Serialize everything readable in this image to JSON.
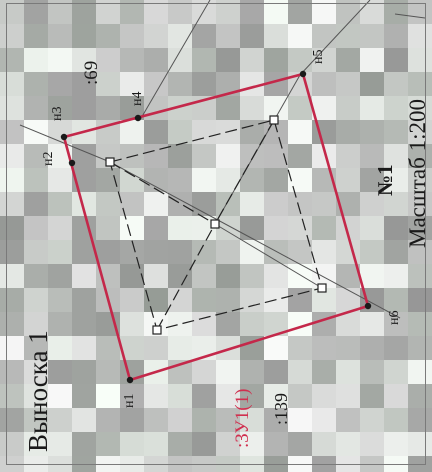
{
  "callout": {
    "title": "Выноска 1"
  },
  "scale": {
    "text": "Масштаб 1:200"
  },
  "parcel": {
    "label": "№1",
    "zu_label": ":ЗУ1(1)"
  },
  "cadastral": {
    "quarter_label": ":69",
    "parcel_label": ":139"
  },
  "points": {
    "n1": "н1",
    "n2": "н2",
    "n3": "н3",
    "n4": "н4",
    "n5": "н5",
    "n6": "н6"
  },
  "colors": {
    "boundary": "#c4284a",
    "zu_text": "#d0304f",
    "dashed": "#222222",
    "background_tiles": "#9a9a9a"
  }
}
